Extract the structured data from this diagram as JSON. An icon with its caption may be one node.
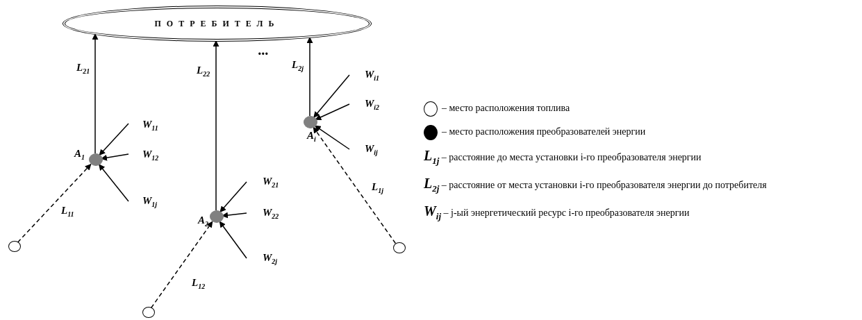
{
  "diagram": {
    "nodes": [
      {
        "text": [
          "ПОТРЕБИТЕЛЬ"
        ]
      },
      {
        "text": [],
        "shape": "circle",
        "beside": [
          "A$_{1}$"
        ]
      },
      {
        "text": [],
        "shape": "circle",
        "beside": [
          "A$_{2}$"
        ]
      },
      {
        "text": [],
        "shape": "circle",
        "beside": [
          "A$_{i}$"
        ]
      },
      {
        "text": [],
        "shape": "circle"
      },
      {
        "text": [],
        "shape": "circle"
      },
      {
        "text": [],
        "shape": "circle"
      }
    ],
    "edges": [
      {
        "from": 1,
        "to": 0,
        "arrow": "to",
        "label": "L$_{21}$"
      },
      {
        "from": 2,
        "to": 0,
        "arrow": "to",
        "label": "L$_{22}$"
      },
      {
        "from": 3,
        "to": 0,
        "arrow": "to",
        "label": "L$_{2j}$"
      },
      {
        "from": 4,
        "to": 1,
        "arrow": "to",
        "label": "L$_{11}$",
        "style": "dashed"
      },
      {
        "from": 5,
        "to": 2,
        "arrow": "to",
        "label": "L$_{12}$",
        "style": "dashed"
      },
      {
        "from": 6,
        "to": 3,
        "arrow": "to",
        "label": "L$_{1j}$",
        "style": "dashed"
      },
      {
        "from": null,
        "to": 1,
        "arrow": "to",
        "label": "W$_{11}$"
      },
      {
        "from": null,
        "to": 1,
        "arrow": "to",
        "label": "W$_{12}$"
      },
      {
        "from": null,
        "to": 1,
        "arrow": "to",
        "label": "W$_{1j}$"
      },
      {
        "from": null,
        "to": 2,
        "arrow": "to",
        "label": "W$_{21}$"
      },
      {
        "from": null,
        "to": 2,
        "arrow": "to",
        "label": "W$_{22}$"
      },
      {
        "from": null,
        "to": 2,
        "arrow": "to",
        "label": "W$_{2j}$"
      },
      {
        "from": null,
        "to": 3,
        "arrow": "to",
        "label": "W$_{i1}$"
      },
      {
        "from": null,
        "to": 3,
        "arrow": "to",
        "label": "W$_{i2}$"
      },
      {
        "from": null,
        "to": 3,
        "arrow": "to",
        "label": "W$_{ij}$"
      }
    ],
    "labels": [
      "..."
    ],
    "legend": [
      {
        "text": "– место расположения топлива"
      },
      {
        "text": "– место расположения преобразователей энергии",
        "color": "#000000"
      },
      {
        "text": "**L$_{1j}$** – расстояние до места установки i-го преобразователя энергии"
      },
      {
        "text": "**L$_{2j}$** – расстояние от места установки i-го преобразователя энергии до потребителя"
      },
      {
        "text": "**W$_{ij}$** – j-ый энергетический ресурс i-го преобразователя энергии"
      }
    ]
  }
}
